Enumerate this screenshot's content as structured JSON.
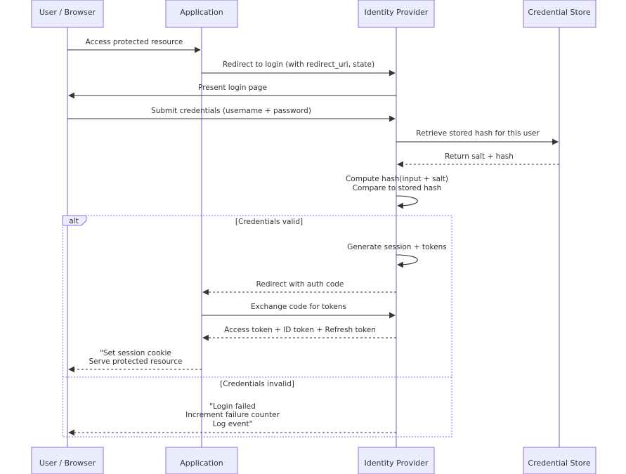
{
  "actors": [
    {
      "id": "user",
      "label": "User / Browser"
    },
    {
      "id": "app",
      "label": "Application"
    },
    {
      "id": "idp",
      "label": "Identity Provider"
    },
    {
      "id": "store",
      "label": "Credential Store"
    }
  ],
  "messages": [
    {
      "from": "user",
      "to": "app",
      "lines": [
        "Access protected resource"
      ],
      "style": "solid"
    },
    {
      "from": "app",
      "to": "idp",
      "lines": [
        "Redirect to login (with redirect_uri, state)"
      ],
      "style": "solid"
    },
    {
      "from": "idp",
      "to": "user",
      "lines": [
        "Present login page"
      ],
      "style": "solid"
    },
    {
      "from": "user",
      "to": "idp",
      "lines": [
        "Submit credentials (username + password)"
      ],
      "style": "solid"
    },
    {
      "from": "idp",
      "to": "store",
      "lines": [
        "Retrieve stored hash for this user"
      ],
      "style": "solid"
    },
    {
      "from": "store",
      "to": "idp",
      "lines": [
        "Return salt + hash"
      ],
      "style": "dashed"
    },
    {
      "from": "idp",
      "to": "idp",
      "lines": [
        "Compute hash(input + salt)",
        "Compare to stored hash"
      ],
      "style": "solid"
    },
    {
      "from": "idp",
      "to": "idp",
      "lines": [
        "Generate session + tokens"
      ],
      "style": "solid"
    },
    {
      "from": "idp",
      "to": "app",
      "lines": [
        "Redirect with auth code"
      ],
      "style": "dashed"
    },
    {
      "from": "app",
      "to": "idp",
      "lines": [
        "Exchange code for tokens"
      ],
      "style": "solid"
    },
    {
      "from": "idp",
      "to": "app",
      "lines": [
        "Access token + ID token + Refresh token"
      ],
      "style": "dashed"
    },
    {
      "from": "app",
      "to": "user",
      "lines": [
        "\"Set session cookie",
        "Serve protected resource"
      ],
      "style": "dashed"
    },
    {
      "from": "idp",
      "to": "user",
      "lines": [
        "\"Login failed",
        "Increment failure counter",
        "Log event\""
      ],
      "style": "dashed"
    }
  ],
  "alt": {
    "label": "alt",
    "conditions": [
      "[Credentials valid]",
      "[Credentials invalid]"
    ]
  }
}
